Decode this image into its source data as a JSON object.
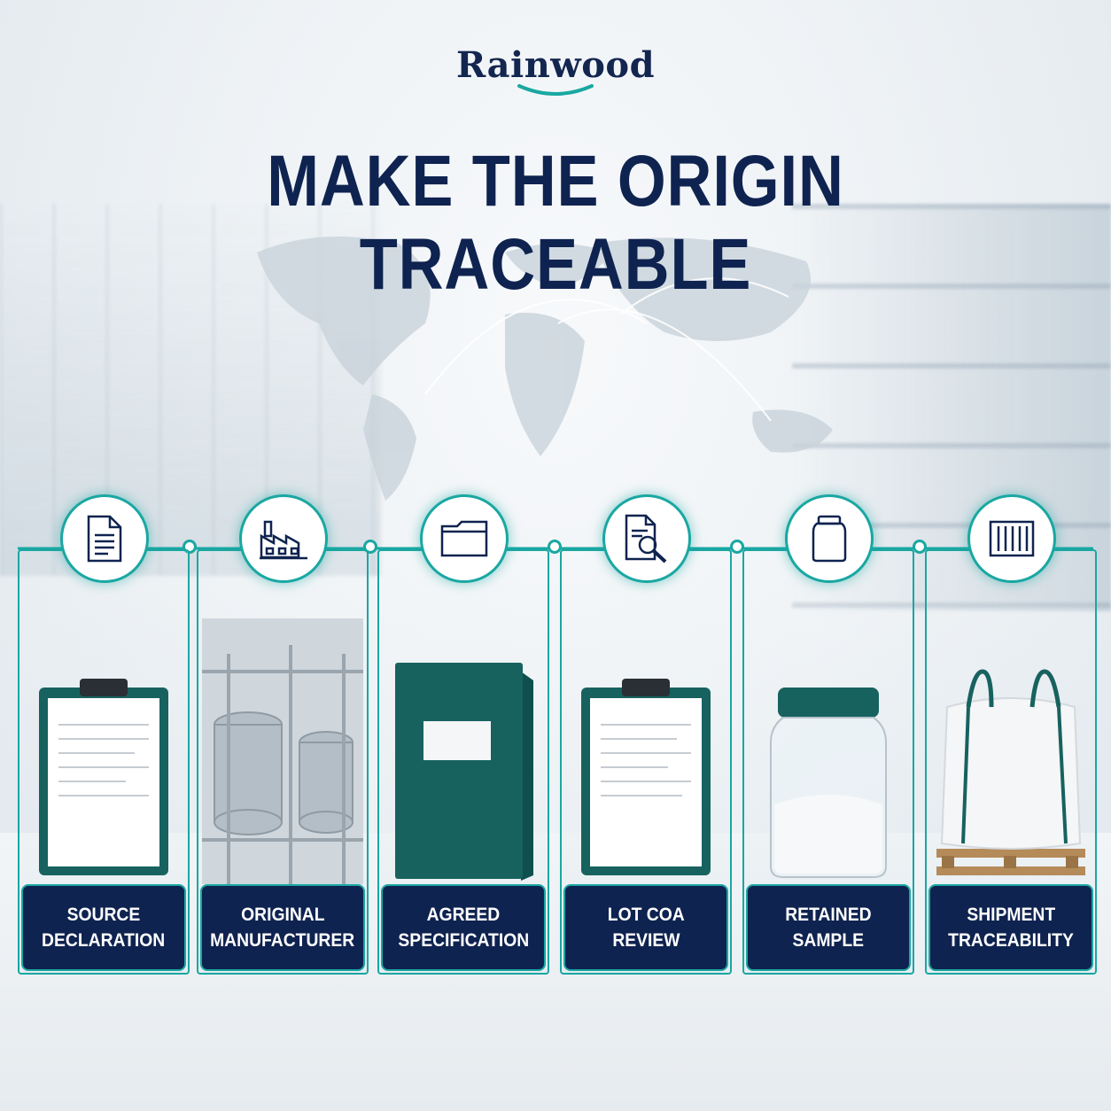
{
  "brand": {
    "name": "Rainwood",
    "color_navy": "#0f2350",
    "color_teal": "#1aa7a2"
  },
  "headline": "MAKE THE ORIGIN TRACEABLE",
  "steps": [
    {
      "icon": "document-icon",
      "line1": "SOURCE",
      "line2": "DECLARATION",
      "illustration": "clipboard"
    },
    {
      "icon": "factory-icon",
      "line1": "ORIGINAL",
      "line2": "MANUFACTURER",
      "illustration": "factory-tanks"
    },
    {
      "icon": "folder-icon",
      "line1": "AGREED",
      "line2": "SPECIFICATION",
      "illustration": "binder"
    },
    {
      "icon": "document-search-icon",
      "line1": "LOT COA",
      "line2": "REVIEW",
      "illustration": "clipboard"
    },
    {
      "icon": "jar-icon",
      "line1": "RETAINED",
      "line2": "SAMPLE",
      "illustration": "sample-jar"
    },
    {
      "icon": "shipping-container-icon",
      "line1": "SHIPMENT",
      "line2": "TRACEABILITY",
      "illustration": "bulk-bag-on-pallet"
    }
  ]
}
